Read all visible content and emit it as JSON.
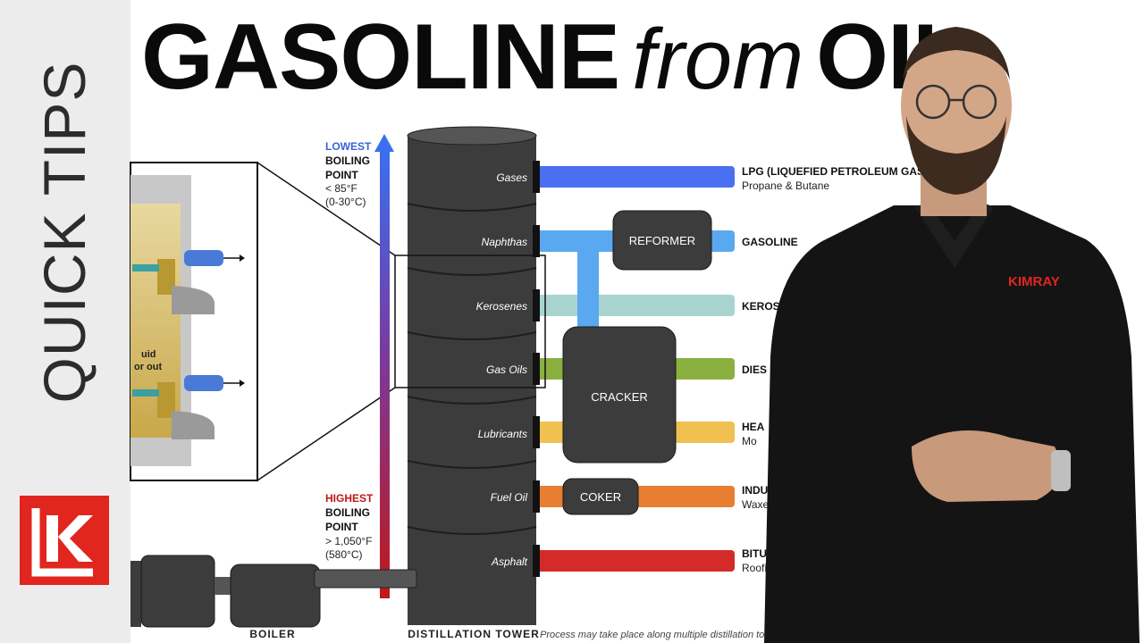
{
  "sidebar": {
    "title": "QUICK TIPS",
    "logo_letter": "K"
  },
  "headline": {
    "part1": "GASOLINE",
    "part2": "from",
    "part3": "OIL"
  },
  "gradient": {
    "top": {
      "line1": "LOWEST",
      "line2": "BOILING",
      "line3": "POINT",
      "line4": "< 85°F",
      "line5": "(0-30°C)"
    },
    "bottom": {
      "line1": "HIGHEST",
      "line2": "BOILING",
      "line3": "POINT",
      "line4": "> 1,050°F",
      "line5": "(580°C)"
    }
  },
  "tower": {
    "fractions": [
      "Gases",
      "Naphthas",
      "Kerosenes",
      "Gas Oils",
      "Lubricants",
      "Fuel Oil",
      "Asphalt"
    ],
    "caption": "DISTILLATION TOWER"
  },
  "units": {
    "reformer": "REFORMER",
    "cracker": "CRACKER",
    "coker": "COKER"
  },
  "boiler": {
    "caption": "BOILER"
  },
  "footnote": "Process may take place along multiple distillation towers.",
  "products": [
    {
      "name": "LPG (LIQUEFIED PETROLEUM GASES",
      "sub": "Propane & Butane"
    },
    {
      "name": "GASOLINE",
      "sub": ""
    },
    {
      "name": "KEROSEN",
      "sub": ""
    },
    {
      "name": "DIES",
      "sub": ""
    },
    {
      "name": "HEA",
      "sub": "Mo"
    },
    {
      "name": "INDUSTRIAL FUE",
      "sub": "Waxes & Lubricants"
    },
    {
      "name": "BITUMEN / ASPHAL",
      "sub": "Roofing Tar, Road Tar"
    }
  ],
  "presenter": {
    "shirt_logo": "KIMRAY"
  },
  "zoom_inset": {
    "text1": "uid",
    "text2": "or out"
  },
  "colors": {
    "pipe_gases": "#4a6ff0",
    "pipe_naphthas": "#5aa8f0",
    "pipe_kerosenes": "#a8d4d0",
    "pipe_gasoils": "#8ab040",
    "pipe_lubricants": "#f0c050",
    "pipe_fueloil": "#e87e30",
    "pipe_asphalt": "#d42a2a",
    "equipment": "#3c3c3c",
    "brand": "#e0261f"
  }
}
